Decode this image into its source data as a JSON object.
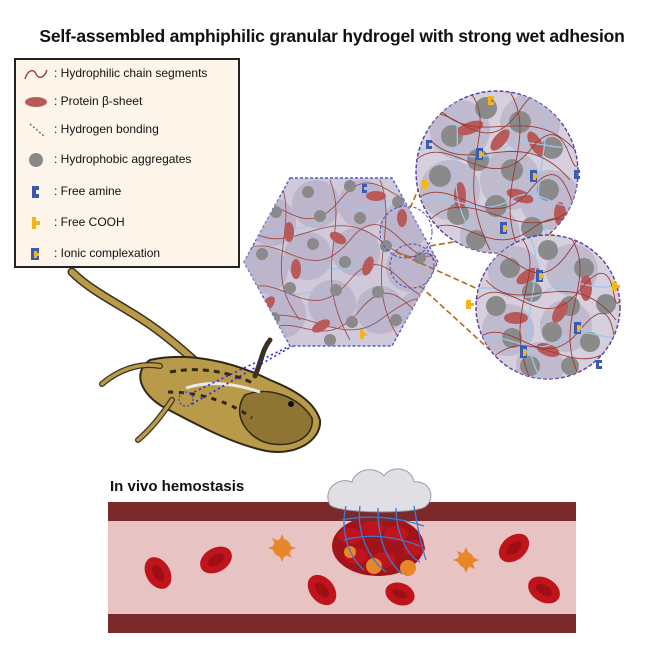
{
  "title": "Self-assembled amphiphilic granular hydrogel with strong wet adhesion",
  "legend": {
    "items": [
      {
        "label": ": Hydrophilic chain segments",
        "icon": "chain-segment-icon",
        "color": "#9b3a34"
      },
      {
        "label": ": Protein β-sheet",
        "icon": "beta-sheet-icon",
        "color": "#b85a5a"
      },
      {
        "label": ":  Hydrogen bonding",
        "icon": "hydrogen-bond-icon",
        "color": "#9b3a34"
      },
      {
        "label": ": Hydrophobic aggregates",
        "icon": "hydrophobic-aggregate-icon",
        "color": "#8a8a8a"
      },
      {
        "label": ": Free amine",
        "icon": "free-amine-icon",
        "color": "#3a5bb0"
      },
      {
        "label": ": Free COOH",
        "icon": "free-cooh-icon",
        "color": "#f2b61c"
      },
      {
        "label": ": Ionic complexation",
        "icon": "ionic-complexation-icon",
        "color": "#3a5bb0"
      }
    ]
  },
  "hemostasis": {
    "label": "In vivo hemostasis"
  },
  "colors": {
    "vessel_wall": "#7a2a2a",
    "vessel_lumen": "#e7c3c3",
    "red_cell": "#c0141c",
    "platelet": "#e8862a",
    "granule_fill": "#c9c3d6",
    "link_blue": "#3b7bd6"
  }
}
